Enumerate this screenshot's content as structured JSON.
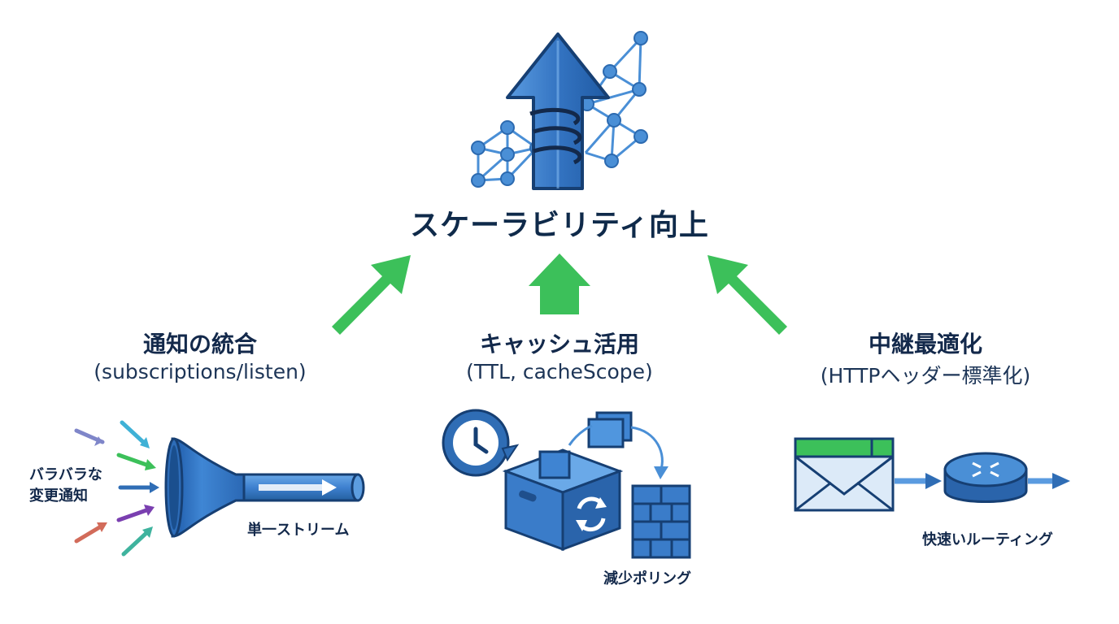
{
  "main_title": "スケーラビリティ向上",
  "sections": [
    {
      "title": "通知の統合",
      "subtitle": "(subscriptions/listen)",
      "labels": {
        "input": "バラバラな\n変更通知",
        "output": "単一ストリーム"
      },
      "icon": "funnel-icon"
    },
    {
      "title": "キャッシュ活用",
      "subtitle": "(TTL, cacheScope)",
      "labels": {
        "output": "減少ポリング"
      },
      "icon": "cache-box-icon"
    },
    {
      "title": "中継最適化",
      "subtitle": "(HTTPヘッダー標準化)",
      "labels": {
        "output": "快速いルーティング"
      },
      "icon": "router-icon"
    }
  ],
  "colors": {
    "title": "#0f2a4a",
    "primary_blue": "#2f6db5",
    "light_blue": "#4a90d9",
    "green_arrow": "#3cc05a"
  }
}
